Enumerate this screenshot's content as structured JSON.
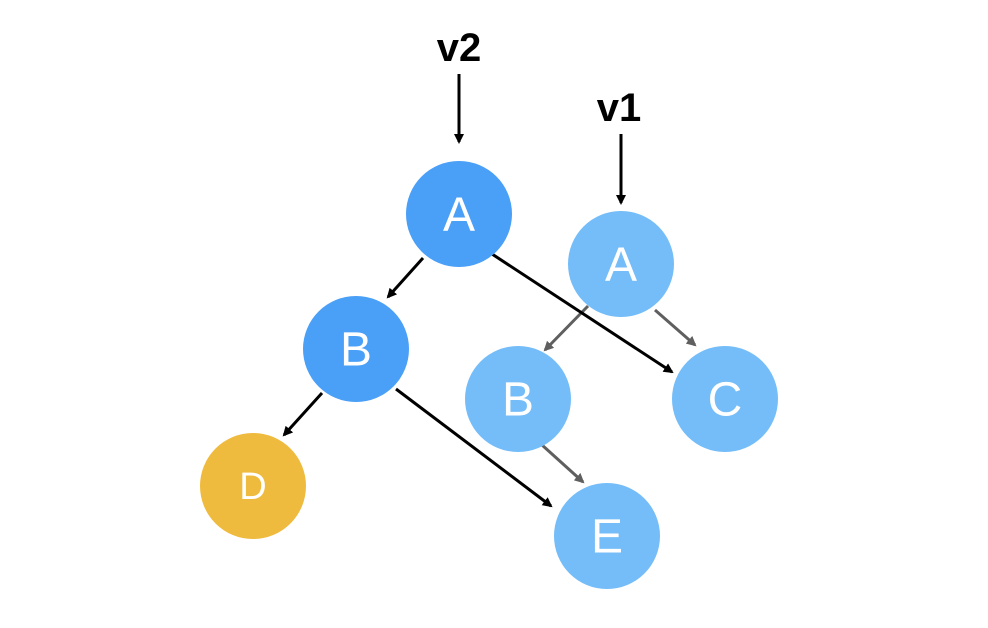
{
  "colors": {
    "dark_blue": "#4a9ff7",
    "light_blue": "#74bdf8",
    "gold": "#efbb3f",
    "black_edge": "#000000",
    "gray_edge": "#5f5f5f",
    "node_text": "#ffffff"
  },
  "pointers": {
    "v2": {
      "label": "v2"
    },
    "v1": {
      "label": "v1"
    }
  },
  "nodes": {
    "a_v2": {
      "label": "A"
    },
    "b_v2": {
      "label": "B"
    },
    "d": {
      "label": "D"
    },
    "a_v1": {
      "label": "A"
    },
    "b_v1": {
      "label": "B"
    },
    "c": {
      "label": "C"
    },
    "e": {
      "label": "E"
    }
  }
}
